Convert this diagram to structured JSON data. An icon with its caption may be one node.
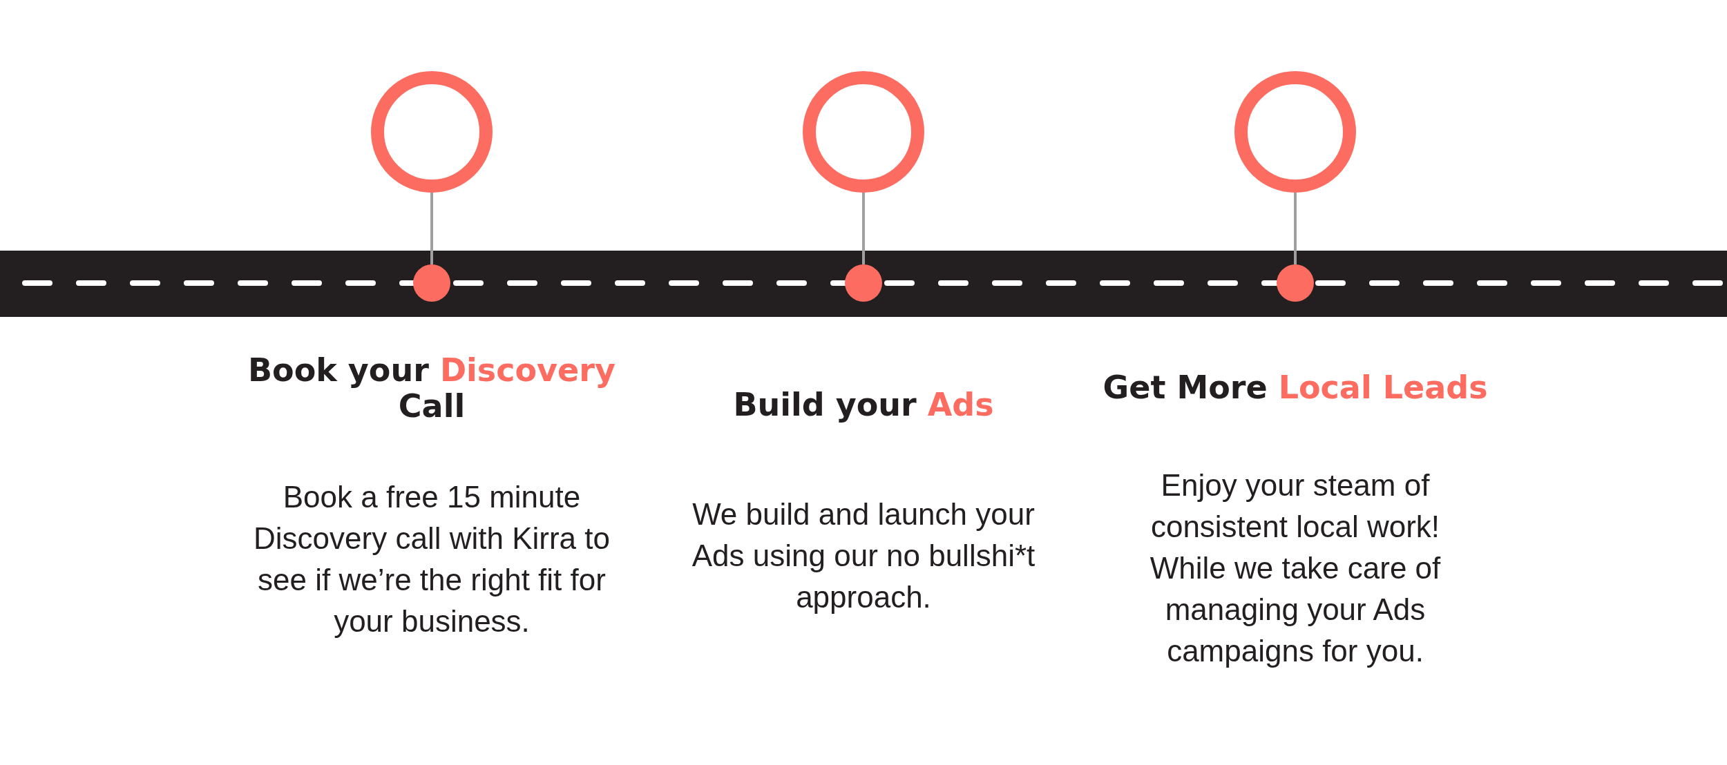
{
  "diagram": {
    "nodes": [
      {
        "text": [],
        "shape": "circle"
      },
      {
        "text": [],
        "shape": "circle"
      },
      {
        "text": [],
        "shape": "circle"
      },
      {
        "text": [],
        "shape": "circle"
      },
      {
        "text": [],
        "shape": "circle"
      },
      {
        "text": [],
        "shape": "circle"
      }
    ],
    "edges": [
      {
        "from": 0,
        "to": 3,
        "arrow": "none"
      },
      {
        "from": 1,
        "to": 4,
        "arrow": "none"
      },
      {
        "from": 2,
        "to": 5,
        "arrow": "none"
      }
    ],
    "labels": [
      "Book your *Discovery* Call",
      "Build your *Ads*",
      "Get More *Local Leads*",
      "Book a free 15 minute Discovery call with Kirra to see if we’re the right fit for your business.",
      "We build and launch your Ads using our no bullshi*t approach.",
      "Enjoy your steam of consistent local work! While we take care of managing your Ads campaigns for you."
    ]
  }
}
